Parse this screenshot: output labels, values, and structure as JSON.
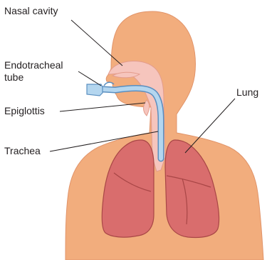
{
  "labels": {
    "nasal_cavity": "Nasal cavity",
    "endotracheal_line1": "Endotracheal",
    "endotracheal_line2": "tube",
    "epiglottis": "Epiglottis",
    "trachea": "Trachea",
    "lung": "Lung"
  },
  "colors": {
    "skin": "#f2ad7d",
    "skin_outline": "#e1946a",
    "airway": "#f6c5bd",
    "lung_fill": "#d96d6d",
    "lung_outline": "#a84646",
    "tube": "#b4d6ef",
    "tube_outline": "#5a8fc0",
    "leader_line": "#231f20"
  }
}
